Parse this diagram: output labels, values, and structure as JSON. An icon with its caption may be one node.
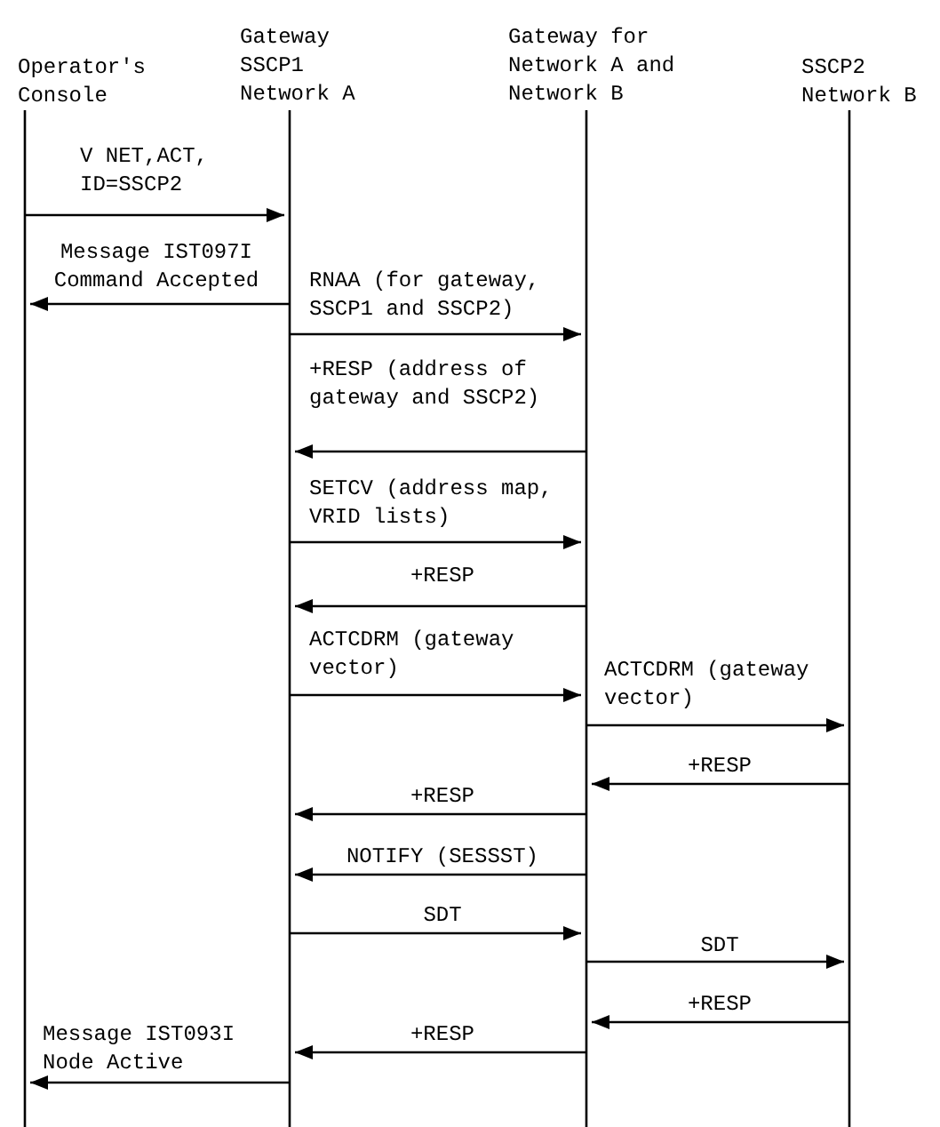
{
  "diagram": {
    "nodes": [
      {
        "text": [
          "Operator's Console"
        ]
      },
      {
        "text": [
          "Gateway SSCP1 Network A"
        ]
      },
      {
        "text": [
          "Gateway for Network A and Network B"
        ]
      },
      {
        "text": [
          "SSCP2 Network B"
        ]
      }
    ],
    "edges": [
      {
        "from": 0,
        "to": 1,
        "arrow": "to",
        "label": "V NET,ACT, ID=SSCP2"
      },
      {
        "from": 1,
        "to": 0,
        "arrow": "to",
        "label": "Message IST097I Command Accepted"
      },
      {
        "from": 1,
        "to": 2,
        "arrow": "to",
        "label": "RNAA (for gateway, SSCP1 and SSCP2)"
      },
      {
        "from": 2,
        "to": 1,
        "arrow": "to",
        "label": "+RESP (address of gateway and SSCP2)"
      },
      {
        "from": 1,
        "to": 2,
        "arrow": "to",
        "label": "SETCV (address map, VRID lists)"
      },
      {
        "from": 2,
        "to": 1,
        "arrow": "to",
        "label": "+RESP"
      },
      {
        "from": 1,
        "to": 2,
        "arrow": "to",
        "label": "ACTCDRM (gateway vector)"
      },
      {
        "from": 2,
        "to": 3,
        "arrow": "to",
        "label": "ACTCDRM (gateway vector)"
      },
      {
        "from": 3,
        "to": 2,
        "arrow": "to",
        "label": "+RESP"
      },
      {
        "from": 2,
        "to": 1,
        "arrow": "to",
        "label": "+RESP"
      },
      {
        "from": 2,
        "to": 1,
        "arrow": "to",
        "label": "NOTIFY (SESSST)"
      },
      {
        "from": 1,
        "to": 2,
        "arrow": "to",
        "label": "SDT"
      },
      {
        "from": 2,
        "to": 3,
        "arrow": "to",
        "label": "SDT"
      },
      {
        "from": 3,
        "to": 2,
        "arrow": "to",
        "label": "+RESP"
      },
      {
        "from": 2,
        "to": 1,
        "arrow": "to",
        "label": "+RESP"
      },
      {
        "from": 1,
        "to": 0,
        "arrow": "to",
        "label": "Message IST093I Node Active"
      }
    ]
  }
}
